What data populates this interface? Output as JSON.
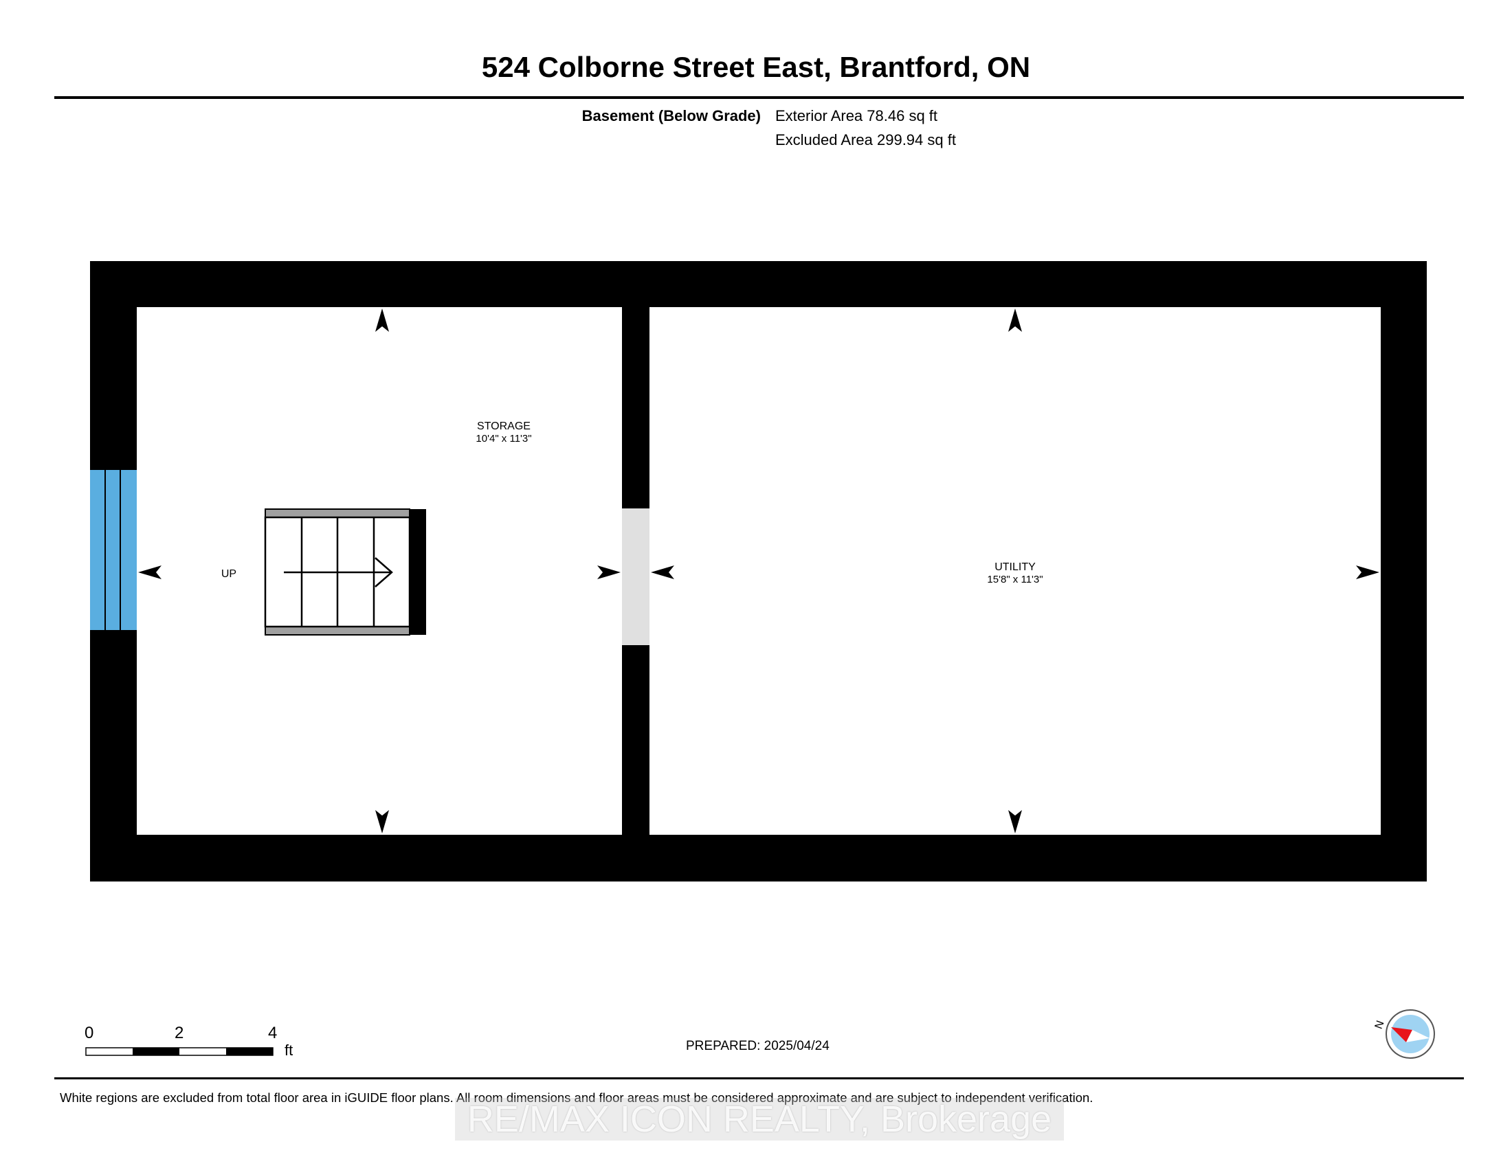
{
  "header": {
    "address": "524 Colborne Street East, Brantford, ON",
    "level_name": "Basement (Below Grade)",
    "exterior_area": "Exterior Area 78.46 sq ft",
    "excluded_area": "Excluded Area 299.94 sq ft"
  },
  "rooms": {
    "storage": {
      "name": "STORAGE",
      "dims": "10'4\" x 11'3\""
    },
    "utility": {
      "name": "UTILITY",
      "dims": "15'8\" x 11'3\""
    }
  },
  "stairs": {
    "label": "UP"
  },
  "scale_bar": {
    "ticks": [
      "0",
      "2",
      "4"
    ],
    "unit": "ft"
  },
  "compass": {
    "label": "N"
  },
  "footer": {
    "prepared": "PREPARED: 2025/04/24",
    "disclaimer": "White regions are excluded from total floor area in iGUIDE floor plans. All room dimensions and floor areas must be considered approximate and are subject to independent verification.",
    "watermark": "RE/MAX ICON REALTY, Brokerage"
  },
  "colors": {
    "wall": "#000000",
    "window": "#5aaee0",
    "opening": "#e0e0e0",
    "stair_rail": "#a0a0a0",
    "compass_pointer": "#e8141b",
    "compass_disc": "#9fd3f2"
  }
}
